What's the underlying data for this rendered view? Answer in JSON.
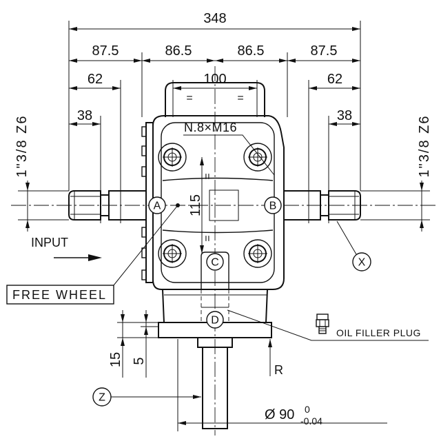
{
  "dimensions": {
    "overall": "348",
    "segments": [
      "87.5",
      "86.5",
      "86.5",
      "87.5"
    ],
    "shoulder_left": "62",
    "cover_width": "100",
    "shoulder_right": "62",
    "spline_len_left": "38",
    "spline_len_right": "38",
    "equal": "=",
    "bolt_pitch": "115",
    "shaft_left": "1\"3/8 Z6",
    "shaft_right": "1\"3/8 Z6",
    "flange_15": "15",
    "flange_5": "5",
    "pilot_diameter": "Ø 90",
    "pilot_tol_upper": "0",
    "pilot_tol_lower": "-0.04"
  },
  "labels": {
    "bolts": "N.8×M16",
    "input": "INPUT",
    "free_wheel": "FREE WHEEL",
    "oil_filler_plug": "OIL FILLER PLUG",
    "radial_load": "R"
  },
  "markers": {
    "a": "A",
    "b": "B",
    "c": "C",
    "d": "D",
    "x": "X",
    "z": "Z"
  },
  "icons": {
    "plug": "oil-filler-plug-icon",
    "input_arrow": "arrow-right-icon"
  }
}
